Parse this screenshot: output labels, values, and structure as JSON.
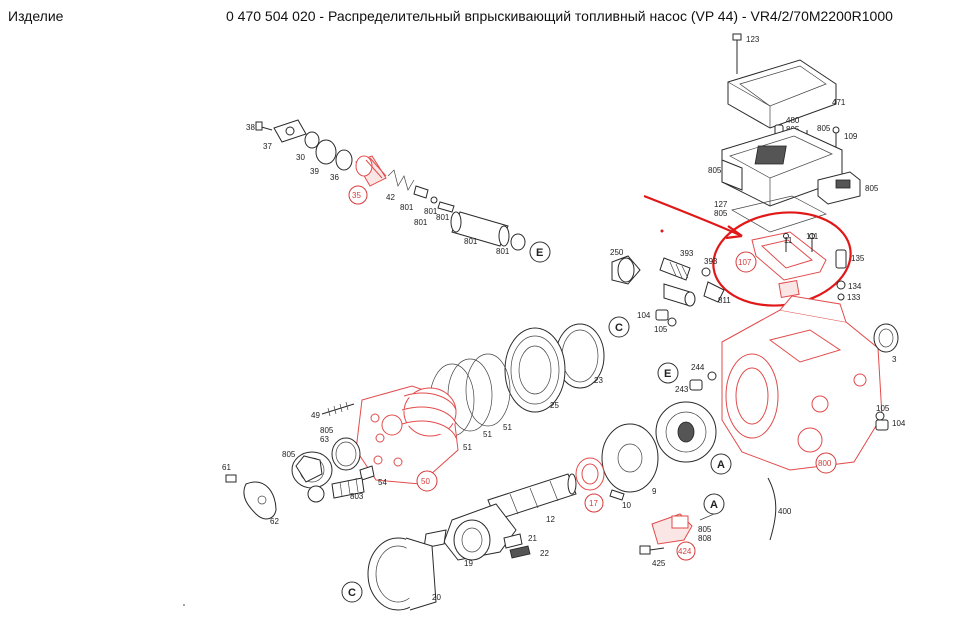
{
  "header": {
    "label": "Изделие",
    "title": "0 470 504 020 - Распределительный впрыскивающий топливный насос (VP 44) - VR4/2/70M2200R1000"
  },
  "colors": {
    "highlight": "#e24b4b",
    "annotation": "#e01818",
    "line": "#2a2a2a"
  },
  "labels": {
    "l123": "123",
    "l471": "471",
    "l480": "480",
    "l805a": "805",
    "l805b": "805",
    "l109": "109",
    "l805c": "805",
    "l805d": "805",
    "l127": "127",
    "l805e": "805",
    "l111a": "11",
    "l111b": "111",
    "l135": "135",
    "l134": "134",
    "l133": "133",
    "l250": "250",
    "l393a": "393",
    "l393b": "393",
    "l811": "811",
    "l104a": "104",
    "l105a": "105",
    "l3": "3",
    "l244": "244",
    "l243": "243",
    "l105b": "105",
    "l104b": "104",
    "l400": "400",
    "l38": "38",
    "l37": "37",
    "l30": "30",
    "l39": "39",
    "l36": "36",
    "l42": "42",
    "l801a": "801",
    "l801b": "801",
    "l801c": "801",
    "l801d": "801",
    "l801e": "801",
    "l801f": "801",
    "l23": "23",
    "l25": "25",
    "l51a": "51",
    "l51b": "51",
    "l51c": "51",
    "l49": "49",
    "l805f": "805",
    "l63": "63",
    "l805g": "805",
    "l54": "54",
    "l803": "803",
    "l61": "61",
    "l62": "62",
    "l9": "9",
    "l10": "10",
    "l12": "12",
    "l19": "19",
    "l21": "21",
    "l22": "22",
    "l805h": "805",
    "l808": "808",
    "l425": "425",
    "l20": "20"
  },
  "red_callouts": {
    "c35": "35",
    "c107": "107",
    "c50": "50",
    "c17": "17",
    "c424": "424",
    "c800": "800"
  },
  "letter_callouts": {
    "e1": "E",
    "c1": "C",
    "e2": "E",
    "a1": "A",
    "a2": "A",
    "c2": "C"
  }
}
